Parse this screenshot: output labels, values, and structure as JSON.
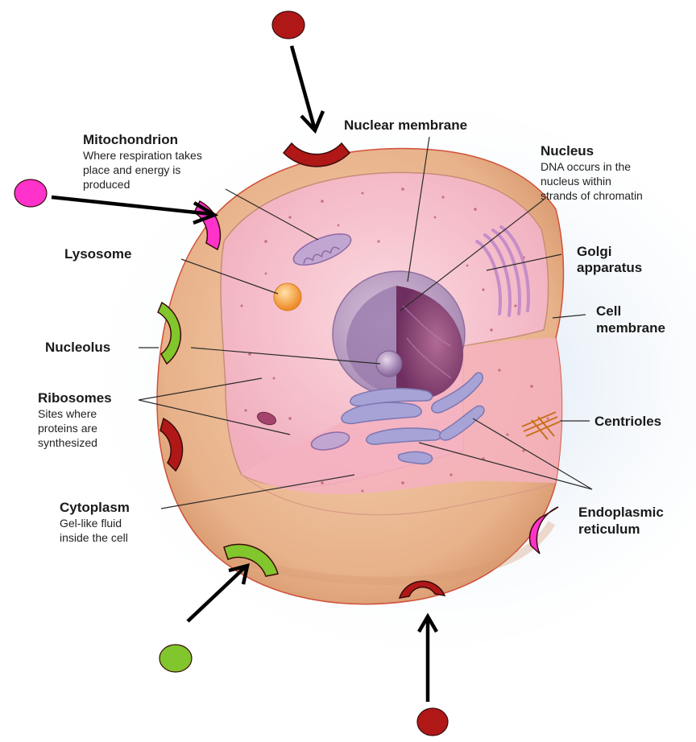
{
  "labels": {
    "mitochondrion": {
      "title": "Mitochondrion",
      "desc": [
        "Where respiration takes",
        "place and energy is",
        "produced"
      ]
    },
    "lysosome": {
      "title": "Lysosome"
    },
    "nucleolus": {
      "title": "Nucleolus"
    },
    "ribosomes": {
      "title": "Ribosomes",
      "desc": [
        "Sites where",
        "proteins are",
        "synthesized"
      ]
    },
    "cytoplasm": {
      "title": "Cytoplasm",
      "desc": [
        "Gel-like fluid",
        "inside the cell"
      ]
    },
    "nuclear_membrane": {
      "title": "Nuclear membrane"
    },
    "nucleus": {
      "title": "Nucleus",
      "desc": [
        "DNA occurs in the",
        "nucleus within",
        "strands of chromatin"
      ]
    },
    "golgi": {
      "title": [
        "Golgi",
        "apparatus"
      ]
    },
    "cell_membrane": {
      "title": [
        "Cell",
        "membrane"
      ]
    },
    "centrioles": {
      "title": "Centrioles"
    },
    "er": {
      "title": [
        "Endoplasmic",
        "reticulum"
      ]
    }
  },
  "colors": {
    "receptor_red": "#b01818",
    "receptor_magenta": "#ff33cc",
    "receptor_green": "#80c62c",
    "cell_tan": "#e9b48a",
    "cytoplasm_pink": "#f6c0cc",
    "nucleus_purple": "#8a4a80",
    "background_blue": "#dde8f4"
  }
}
